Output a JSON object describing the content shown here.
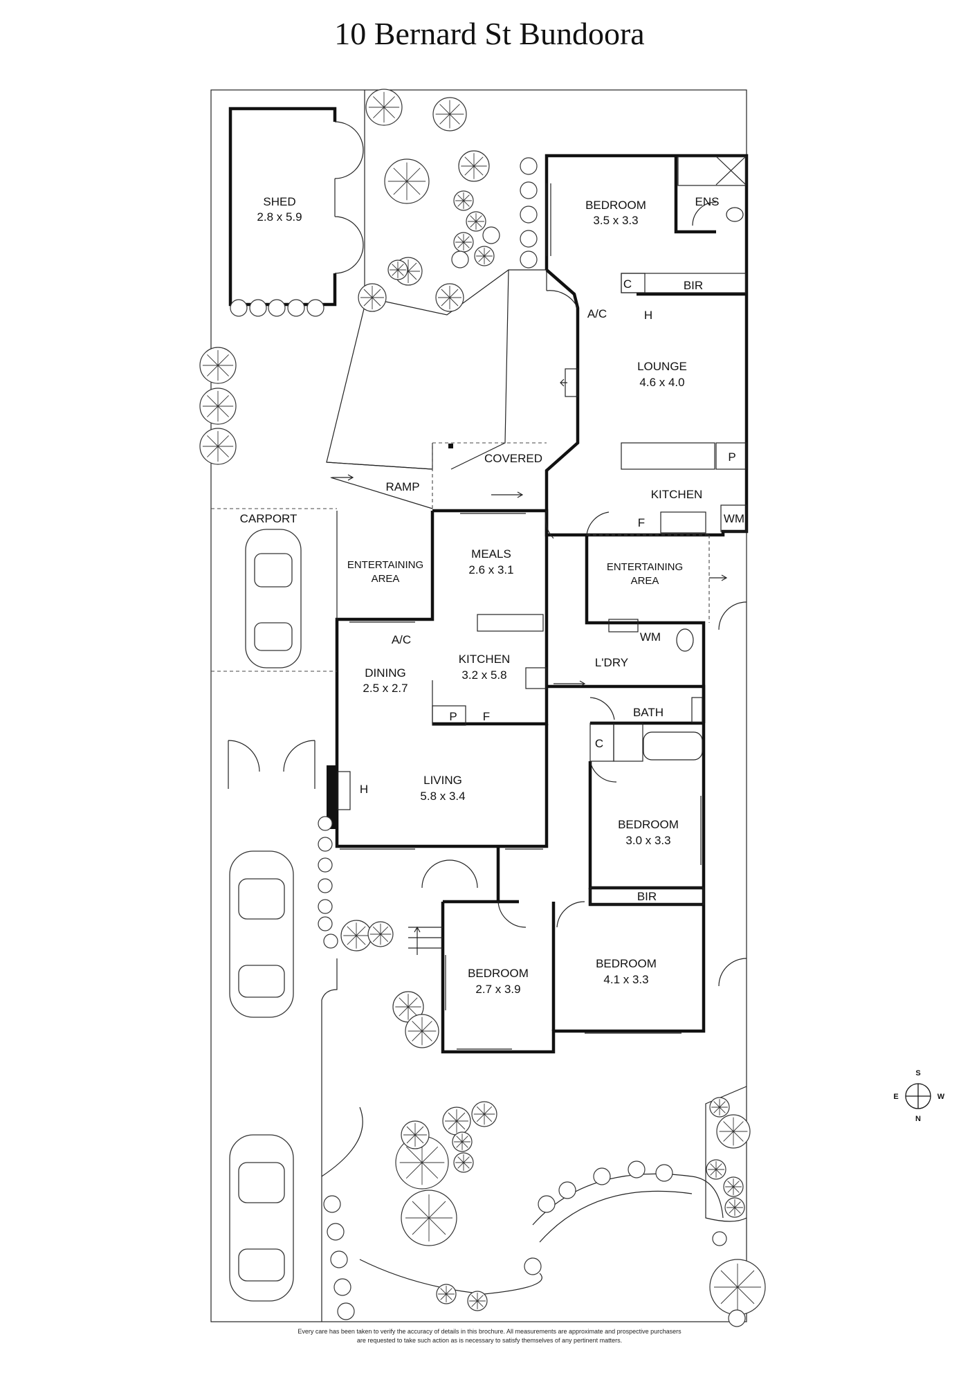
{
  "title": "10 Bernard St Bundoora",
  "rooms": [
    {
      "id": "shed",
      "name": "SHED",
      "dims": "2.8 x 5.9"
    },
    {
      "id": "bed1",
      "name": "BEDROOM",
      "dims": "3.5 x 3.3"
    },
    {
      "id": "lounge",
      "name": "LOUNGE",
      "dims": "4.6 x 4.0"
    },
    {
      "id": "meals",
      "name": "MEALS",
      "dims": "2.6 x 3.1"
    },
    {
      "id": "dining",
      "name": "DINING",
      "dims": "2.5 x 2.7"
    },
    {
      "id": "kitchen",
      "name": "KITCHEN",
      "dims": "3.2 x 5.8"
    },
    {
      "id": "living",
      "name": "LIVING",
      "dims": "5.8 x 3.4"
    },
    {
      "id": "bed2",
      "name": "BEDROOM",
      "dims": "3.0 x 3.3"
    },
    {
      "id": "bed3",
      "name": "BEDROOM",
      "dims": "2.7 x 3.9"
    },
    {
      "id": "bed4",
      "name": "BEDROOM",
      "dims": "4.1 x 3.3"
    }
  ],
  "labels": {
    "ens": "ENS",
    "bir_top": "BIR",
    "c_top": "C",
    "h_top": "H",
    "ac_lounge": "A/C",
    "covered": "COVERED",
    "ramp": "RAMP",
    "p_kitchen2": "P",
    "kitchen2": "KITCHEN",
    "f_kitchen2": "F",
    "wm_kitchen2": "WM",
    "carport": "CARPORT",
    "ent_left_1": "ENTERTAINING",
    "ent_left_2": "AREA",
    "ent_right_1": "ENTERTAINING",
    "ent_right_2": "AREA",
    "ac_dining": "A/C",
    "wm_ldry": "WM",
    "ldry": "L'DRY",
    "p_kitchen": "P",
    "f_kitchen": "F",
    "bath": "BATH",
    "c_bath": "C",
    "h_living": "H",
    "bir_bottom": "BIR"
  },
  "compass": {
    "north": "N",
    "south": "S",
    "east": "E",
    "west": "W"
  },
  "disclaimer_line1": "Every care has been taken to verify the accuracy of details in this brochure. All measurements are approximate and prospective purchasers",
  "disclaimer_line2": "are requested to take such action as is necessary to satisfy themselves of any pertinent matters."
}
